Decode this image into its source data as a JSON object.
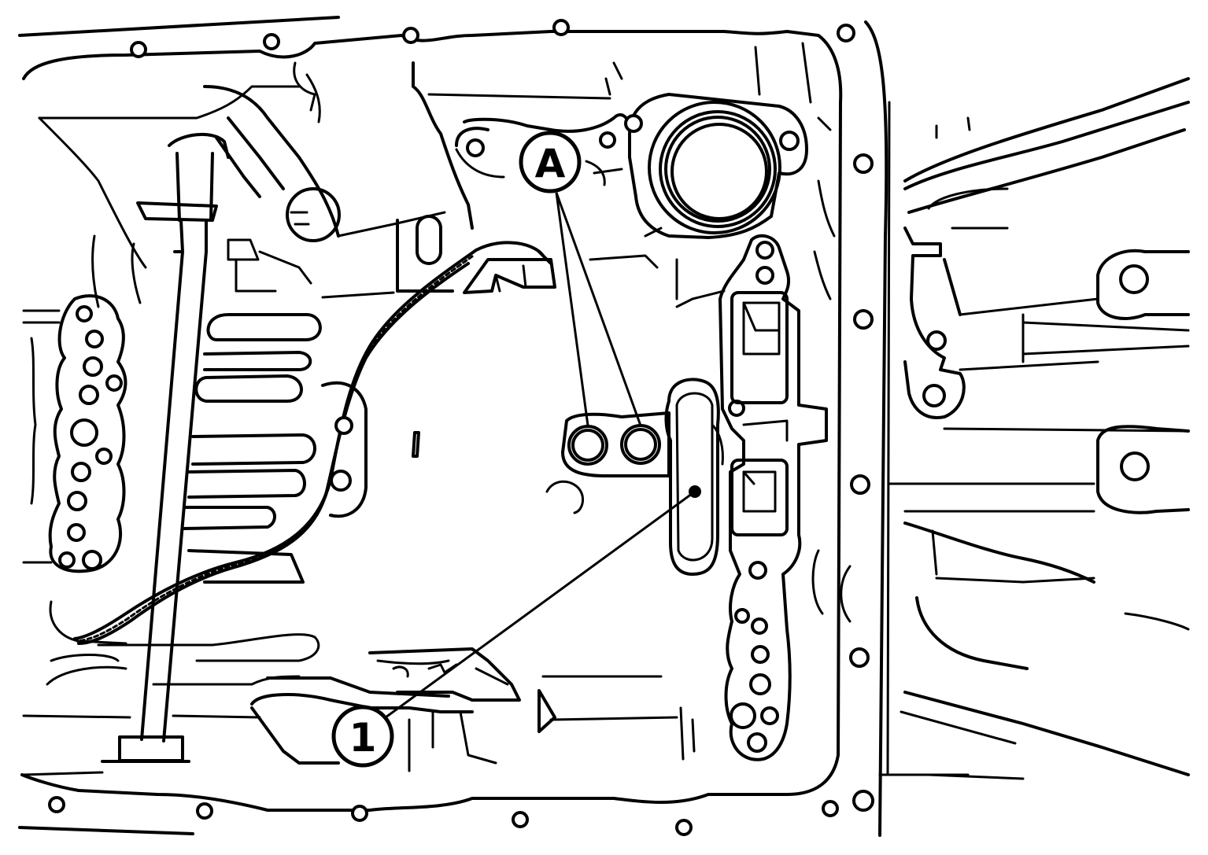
{
  "callouts": [
    {
      "id": "A",
      "label": "A"
    },
    {
      "id": "1",
      "label": "1"
    }
  ]
}
